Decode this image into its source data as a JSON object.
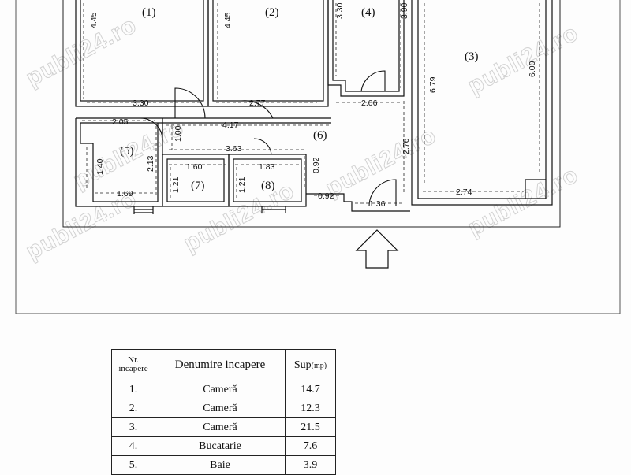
{
  "rooms": {
    "r1": "(1)",
    "r2": "(2)",
    "r3": "(3)",
    "r4": "(4)",
    "r5": "(5)",
    "r6": "(6)",
    "r7": "(7)",
    "r8": "(8)"
  },
  "dims": {
    "d_445a": "4.45",
    "d_445b": "4.45",
    "d_330v": "3.30",
    "d_390": "3.90",
    "d_679": "6.79",
    "d_600": "6.00",
    "d_330h": "3.30",
    "d_277": "2.77",
    "d_206": "2.06",
    "d_205": "2.05",
    "d_417": "4.17",
    "d_100": "1.00",
    "d_276": "2.76",
    "d_363": "3.63",
    "d_140": "1.40",
    "d_213": "2.13",
    "d_160": "1.60",
    "d_183": "1.83",
    "d_092v": "0.92",
    "d_121a": "1.21",
    "d_121b": "1.21",
    "d_169": "1.69",
    "d_092h": "0.92",
    "d_136": "1.36",
    "d_274": "2.74"
  },
  "watermark": "publi24.ro",
  "legend": {
    "header": {
      "nr_line1": "Nr.",
      "nr_line2": "incapere",
      "name": "Denumire incapere",
      "sup": "Sup",
      "sup_unit": "(mp)"
    },
    "rows": [
      {
        "nr": "1.",
        "name": "Cameră",
        "sup": "14.7"
      },
      {
        "nr": "2.",
        "name": "Cameră",
        "sup": "12.3"
      },
      {
        "nr": "3.",
        "name": "Cameră",
        "sup": "21.5"
      },
      {
        "nr": "4.",
        "name": "Bucatarie",
        "sup": "7.6"
      },
      {
        "nr": "5.",
        "name": "Baie",
        "sup": "3.9"
      }
    ]
  },
  "colors": {
    "ink": "#111111",
    "watermark": "#d2d2d2",
    "paper": "#fdfdfd"
  }
}
